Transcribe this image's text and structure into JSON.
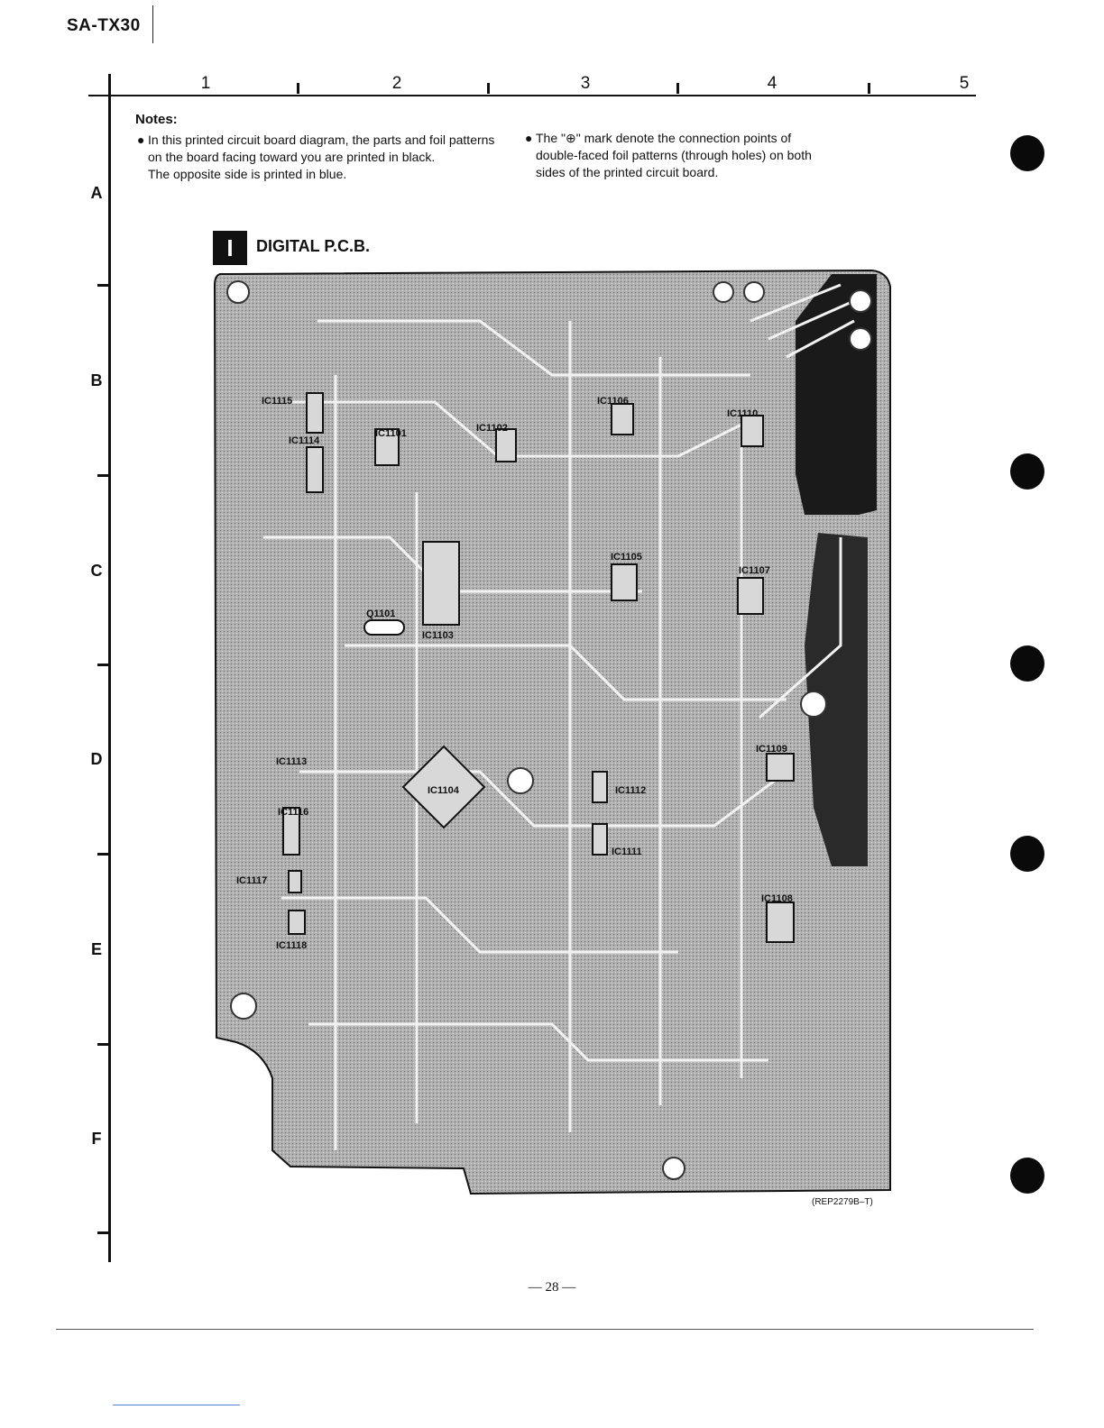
{
  "header": {
    "model": "SA-TX30"
  },
  "grid": {
    "columns": [
      "1",
      "2",
      "3",
      "4",
      "5"
    ],
    "rows": [
      "A",
      "B",
      "C",
      "D",
      "E",
      "F"
    ]
  },
  "notes": {
    "title": "Notes:",
    "note1": {
      "bullet": "●",
      "line1": "In this printed circuit board diagram, the parts and foil patterns",
      "line2": "on the board facing toward you are printed in black.",
      "line3": "The opposite side is printed in blue."
    },
    "note2": {
      "bullet": "●",
      "line1": "The \"⊕\" mark denote the connection points of",
      "line2": "double-faced foil patterns (through holes) on both",
      "line3": "sides of the printed circuit board."
    }
  },
  "section": {
    "marker": "I",
    "title": "DIGITAL P.C.B."
  },
  "pcb": {
    "labels": [
      "IC1115",
      "IC1114",
      "IC1101",
      "IC1102",
      "IC1106",
      "IC1110",
      "IC1105",
      "IC1107",
      "IC1103",
      "Q1101",
      "IC1109",
      "IC1113",
      "IC1104",
      "IC1112",
      "IC1111",
      "IC1116",
      "IC1117",
      "IC1118",
      "IC1108"
    ],
    "colors": {
      "board": "#a9a9a9",
      "trace": "#f2f2f2",
      "ink": "#111111"
    }
  },
  "footer": {
    "ref_code": "(REP2279B–T)",
    "page_number": "— 28 —"
  }
}
